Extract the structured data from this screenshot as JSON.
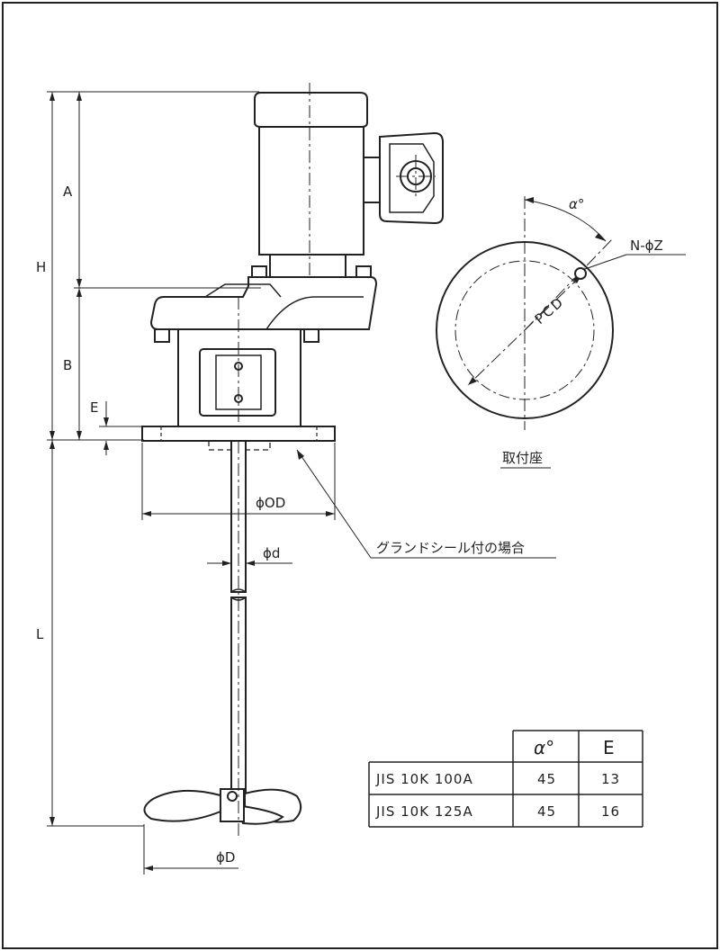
{
  "drawing": {
    "dimension_labels": {
      "H": "H",
      "A": "A",
      "B": "B",
      "E": "E",
      "L": "L",
      "OD": "ϕOD",
      "d": "ϕd",
      "D": "ϕD"
    },
    "gland_note": "グランドシール付の場合",
    "flange_view": {
      "alpha": "α°",
      "hole_label": "N-ϕZ",
      "pcd_label": "PCD",
      "caption": "取付座"
    }
  },
  "spec_table": {
    "headers": [
      "",
      "α°",
      "E"
    ],
    "rows": [
      {
        "name": "JIS 10K 100A",
        "alpha": "45",
        "e": "13"
      },
      {
        "name": "JIS 10K 125A",
        "alpha": "45",
        "e": "16"
      }
    ]
  },
  "colors": {
    "line": "#222222",
    "body_fill": "#ffffff"
  }
}
